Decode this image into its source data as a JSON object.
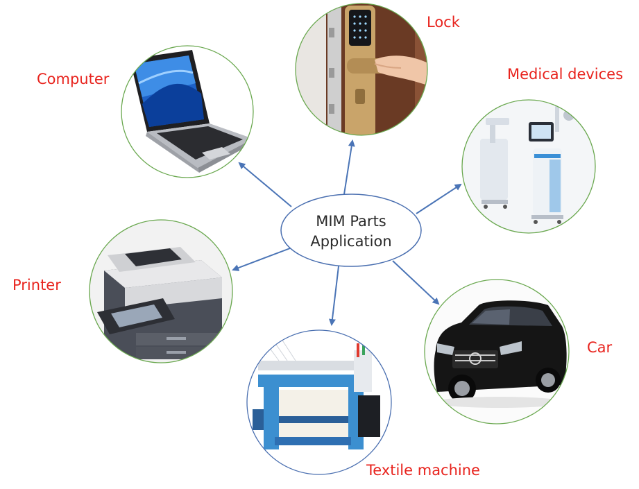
{
  "diagram": {
    "center": {
      "line1": "MIM Parts",
      "line2": "Application"
    },
    "nodes": {
      "computer": {
        "label": "Computer",
        "picture": "laptop-illustration"
      },
      "lock": {
        "label": "Lock",
        "picture": "smart-door-lock-illustration"
      },
      "medical": {
        "label": "Medical devices",
        "picture": "medical-equipment-illustration"
      },
      "printer": {
        "label": "Printer",
        "picture": "multifunction-printer-illustration"
      },
      "car": {
        "label": "Car",
        "picture": "suv-car-illustration"
      },
      "textile": {
        "label": "Textile machine",
        "picture": "loom-machine-illustration"
      }
    },
    "colors": {
      "label": "#e8231d",
      "arrow": "#4a74b6",
      "circle_green": "#6aa84f",
      "circle_blue": "#4a6fb0",
      "ellipse_border": "#4a6fb0"
    }
  }
}
